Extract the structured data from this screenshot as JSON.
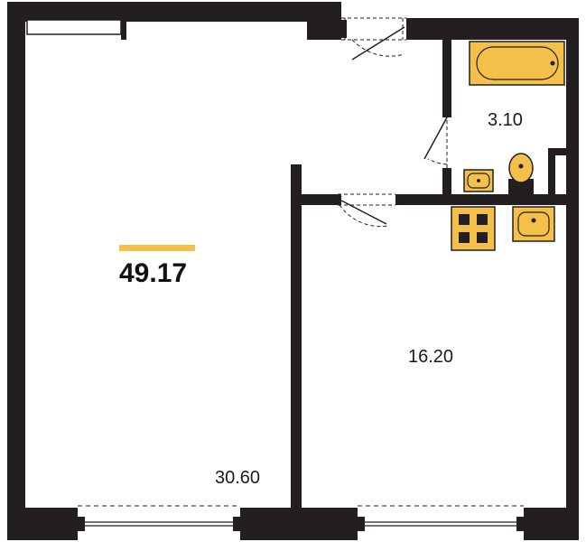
{
  "plan": {
    "total_area": "49.17",
    "rooms": [
      {
        "id": "main",
        "area": "30.60"
      },
      {
        "id": "second",
        "area": "16.20"
      },
      {
        "id": "bath",
        "area": "3.10"
      }
    ],
    "accent_color": "#f5c04a",
    "wall_color": "#231f20"
  }
}
